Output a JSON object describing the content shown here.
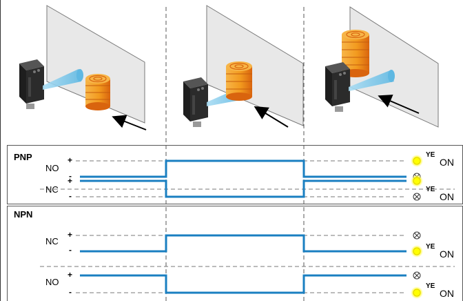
{
  "sections": [
    {
      "label": "PNP",
      "signals": [
        {
          "name": "NO",
          "plus": "+",
          "minus": "-",
          "active_level": "high",
          "led_state": "on",
          "led_label": "YE",
          "led_text": "ON"
        },
        {
          "name": "NC",
          "plus": "+",
          "minus": "-",
          "active_level": "low",
          "led_state": "on",
          "led_label": "YE",
          "led_text": "ON"
        }
      ]
    },
    {
      "label": "NPN",
      "signals": [
        {
          "name": "NC",
          "plus": "+",
          "minus": "-",
          "active_level": "high",
          "led_state": "on",
          "led_label": "YE",
          "led_text": "ON"
        },
        {
          "name": "NO",
          "plus": "+",
          "minus": "-",
          "active_level": "low",
          "led_state": "on",
          "led_label": "YE",
          "led_text": "ON"
        }
      ]
    }
  ],
  "scenes": [
    {
      "object_position": "approaching, in front of sensor",
      "arrow": "toward"
    },
    {
      "object_position": "in sensing range",
      "arrow": "toward"
    },
    {
      "object_position": "leaving, above beam",
      "arrow": "toward"
    }
  ],
  "colors": {
    "signal_line": "#1a7fc1",
    "led_on": "#ffff00",
    "led_glow": "#fff27a",
    "object_orange": "#f29a1e",
    "object_dark": "#d9640e",
    "screen_fill": "#e8e8e8",
    "sensor_body": "#2b2b2b",
    "beam": "#7fc9ea"
  },
  "icons": [
    "led-on-icon",
    "led-off-icon",
    "photoelectric-sensor-icon",
    "target-object-icon",
    "motion-arrow-icon",
    "reflector-screen-icon"
  ]
}
